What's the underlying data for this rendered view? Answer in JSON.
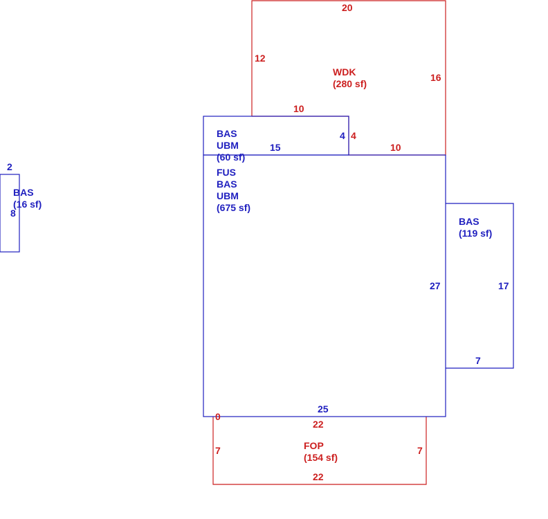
{
  "colors": {
    "main_area": "#1f1fbf",
    "secondary_area": "#cc1f1f",
    "background": "#ffffff"
  },
  "areas": {
    "wdk": {
      "code": "WDK",
      "area": "(280 sf)"
    },
    "bas_ubm_60": {
      "lines": [
        "BAS",
        "UBM",
        "(60 sf)"
      ]
    },
    "fus_bas_ubm_675": {
      "lines": [
        "FUS",
        "BAS",
        "UBM",
        "(675 sf)"
      ]
    },
    "bas_119": {
      "code": "BAS",
      "area": "(119 sf)"
    },
    "bas_16": {
      "code": "BAS",
      "area": "(16 sf)"
    },
    "fop": {
      "code": "FOP",
      "area": "(154 sf)"
    }
  },
  "dimensions": {
    "wdk_top": "20",
    "wdk_left": "12",
    "wdk_right": "16",
    "wdk_inner_top": "10",
    "wdk_inner_bottom": "10",
    "wdk_step": "4",
    "bas60_right": "4",
    "bas60_bottom": "15",
    "main_right": "27",
    "main_bottom": "25",
    "bas119_right": "17",
    "bas119_bottom": "7",
    "bas16_top": "2",
    "bas16_side": "8",
    "fop_offset": "0",
    "fop_top": "22",
    "fop_left": "7",
    "fop_right": "7",
    "fop_bottom": "22"
  }
}
